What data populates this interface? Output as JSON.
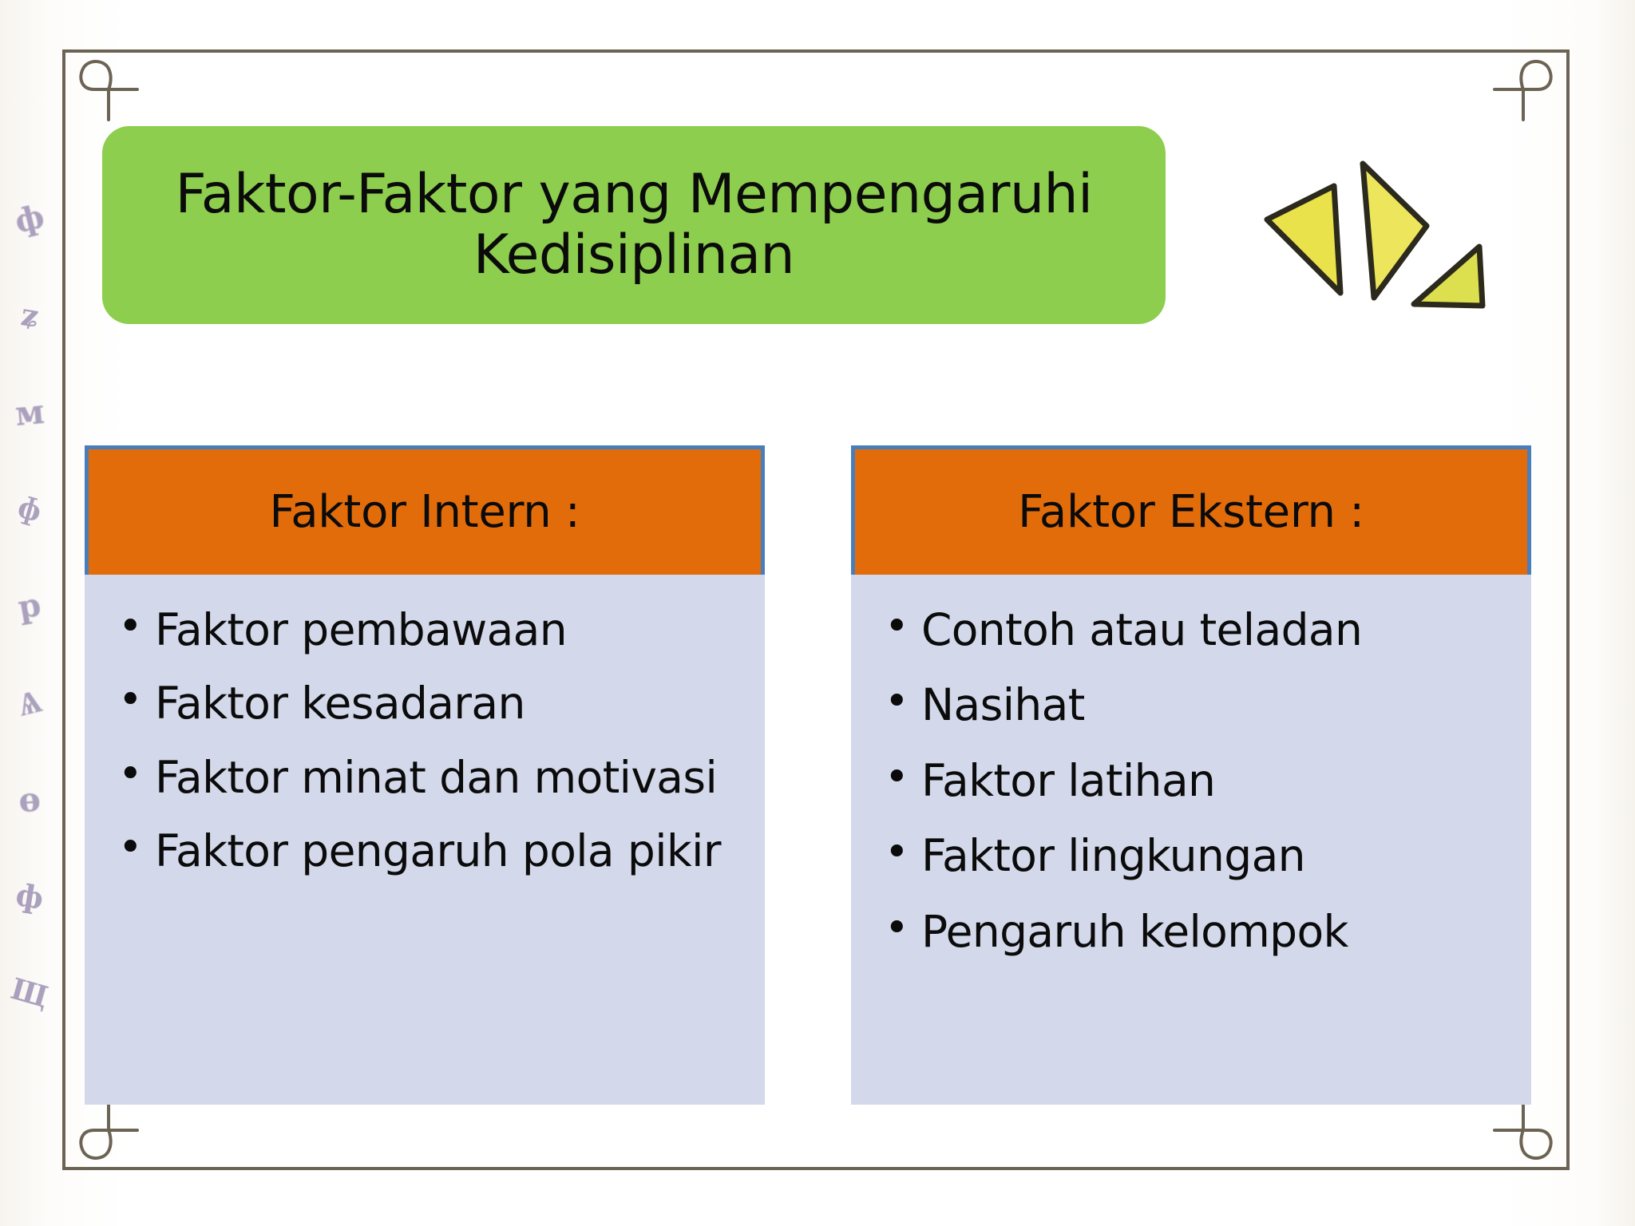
{
  "slide": {
    "title": "Faktor-Faktor yang Mempengaruhi Kedisiplinan",
    "title_line1": "Faktor-Faktor yang Mempengaruhi",
    "title_line2": "Kedisiplinan"
  },
  "colors": {
    "title_banner_green": "#8DCE4E",
    "header_orange": "#E36C0A",
    "header_border_blue": "#4A7EBB",
    "body_fill_lavender": "#D3D9EA",
    "frame_brown": "#6B6353",
    "arrow_yellow": "#E8E34A",
    "margin_mark_purple": "#8D7FA8",
    "text_black": "#0B0B0B"
  },
  "columns": [
    {
      "header": "Faktor Intern :",
      "items": [
        "Faktor pembawaan",
        "Faktor kesadaran",
        "Faktor minat dan motivasi",
        "Faktor pengaruh pola pikir"
      ]
    },
    {
      "header": "Faktor Ekstern :",
      "items": [
        "Contoh atau teladan",
        "Nasihat",
        "Faktor latihan",
        "Faktor lingkungan",
        "Pengaruh kelompok"
      ]
    }
  ],
  "decorations": {
    "corner_loops": [
      "loop-top-left",
      "loop-top-right",
      "loop-bottom-left",
      "loop-bottom-right"
    ],
    "arrows_icon": "triple-yellow-triangle-icon",
    "margin_marks": [
      "mark-1",
      "mark-2",
      "mark-3",
      "mark-4",
      "mark-5",
      "mark-6",
      "mark-7",
      "mark-8",
      "mark-9"
    ],
    "margin_mark_glyphs": [
      "ф",
      "ʑ",
      "м",
      "ɸ",
      "р",
      "Ѧ",
      "ѳ",
      "ф",
      "Щ"
    ]
  }
}
